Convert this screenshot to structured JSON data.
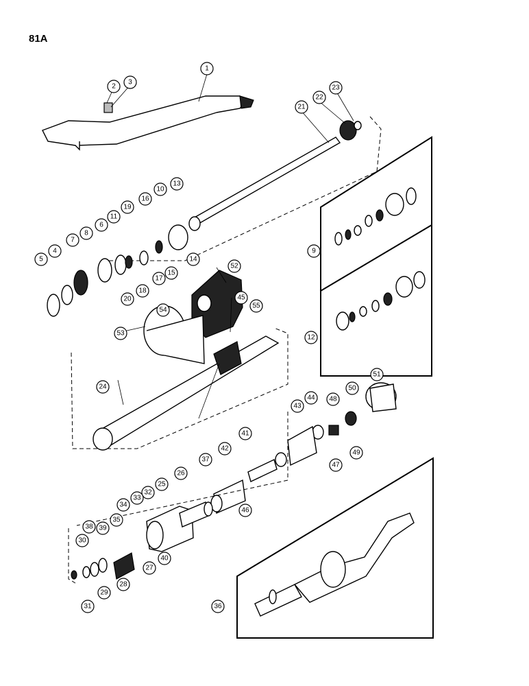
{
  "page": {
    "id": "81A"
  },
  "callouts": [
    "1",
    "2",
    "3",
    "4",
    "5",
    "6",
    "7",
    "8",
    "9",
    "10",
    "11",
    "12",
    "13",
    "14",
    "15",
    "16",
    "17",
    "18",
    "19",
    "20",
    "21",
    "22",
    "23",
    "24",
    "25",
    "26",
    "27",
    "28",
    "29",
    "30",
    "31",
    "32",
    "33",
    "34",
    "35",
    "36",
    "37",
    "38",
    "39",
    "40",
    "41",
    "42",
    "43",
    "44",
    "45",
    "46",
    "47",
    "48",
    "49",
    "50",
    "51",
    "52",
    "53",
    "54",
    "55"
  ],
  "colors": {
    "ink": "#000000",
    "paper": "#ffffff"
  }
}
